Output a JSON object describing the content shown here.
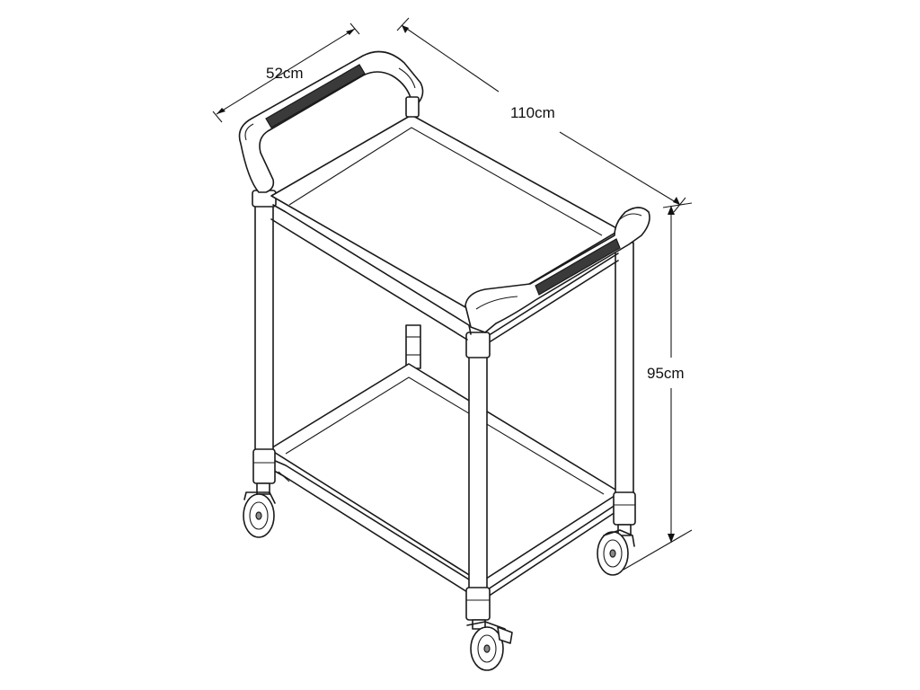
{
  "dimensions": {
    "width": "52cm",
    "length": "110cm",
    "height": "95cm"
  }
}
